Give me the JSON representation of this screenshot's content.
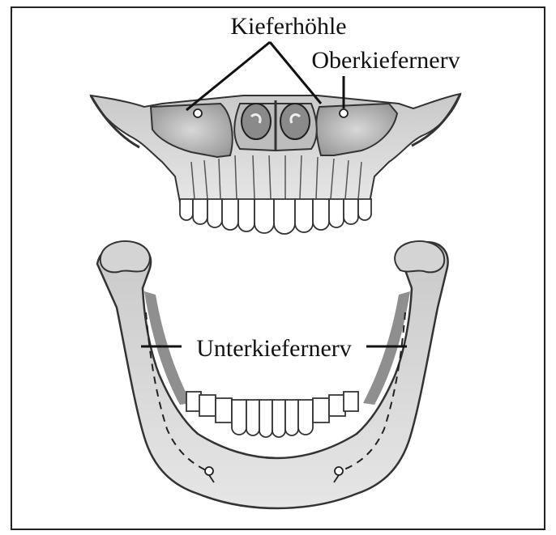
{
  "figure": {
    "labels": {
      "maxillary_sinus": "Kieferhöhle",
      "maxillary_nerve": "Oberkiefernerv",
      "mandibular_nerve": "Unterkiefernerv"
    }
  }
}
